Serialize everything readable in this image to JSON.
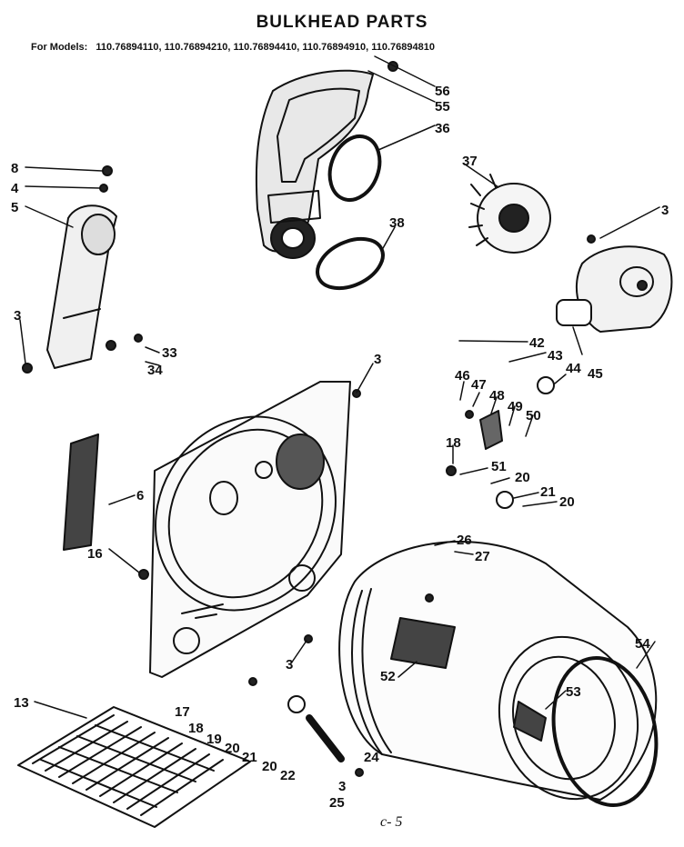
{
  "header": {
    "title": "BULKHEAD PARTS",
    "models_lead": "For Models:",
    "models": "110.76894110, 110.76894210, 110.76894410, 110.76894910, 110.76894810"
  },
  "callouts": [
    "56",
    "55",
    "36",
    "37",
    "3",
    "8",
    "4",
    "5",
    "38",
    "3",
    "33",
    "34",
    "42",
    "43",
    "44",
    "45",
    "3",
    "46",
    "47",
    "48",
    "49",
    "50",
    "18",
    "6",
    "51",
    "20",
    "21",
    "20",
    "16",
    "26",
    "27",
    "54",
    "52",
    "53",
    "3",
    "13",
    "17",
    "18",
    "19",
    "20",
    "21",
    "20",
    "22",
    "24",
    "3",
    "25"
  ],
  "page_mark": "c- 5"
}
